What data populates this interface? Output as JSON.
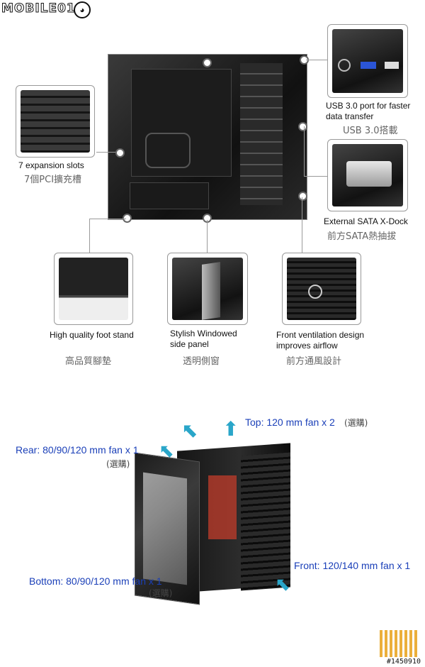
{
  "site": {
    "logo_text": "MOBILE01"
  },
  "features": [
    {
      "id": "expansion",
      "en": "7 expansion slots",
      "zh": "7個PCI擴充槽"
    },
    {
      "id": "usb3",
      "en_line1": "USB 3.0 port for faster",
      "en_line2": "data transfer",
      "zh": "USB 3.0搭載"
    },
    {
      "id": "xdock",
      "en": "External SATA X-Dock",
      "zh": "前方SATA熱抽拔"
    },
    {
      "id": "foot",
      "en": "High quality foot stand",
      "zh": "高品質腳墊"
    },
    {
      "id": "window",
      "en_line1": "Stylish Windowed",
      "en_line2": "side panel",
      "zh": "透明側窗"
    },
    {
      "id": "vent",
      "en_line1": "Front ventilation design",
      "en_line2": "improves airflow",
      "zh": "前方通風設計"
    }
  ],
  "fans": {
    "top": {
      "label": "Top: 120 mm fan x 2",
      "note": "(選購)"
    },
    "rear": {
      "label": "Rear: 80/90/120 mm fan x 1",
      "note": "(選購)"
    },
    "front": {
      "label": "Front: 120/140 mm fan x 1"
    },
    "bottom": {
      "label": "Bottom: 80/90/120 mm fan x 1",
      "note": "(選購)"
    }
  },
  "watermark": {
    "text": "#1450910"
  },
  "colors": {
    "label_blue": "#1a3fb8",
    "arrow_red": "#c0392b",
    "arrow_blue": "#2aa6c9"
  }
}
